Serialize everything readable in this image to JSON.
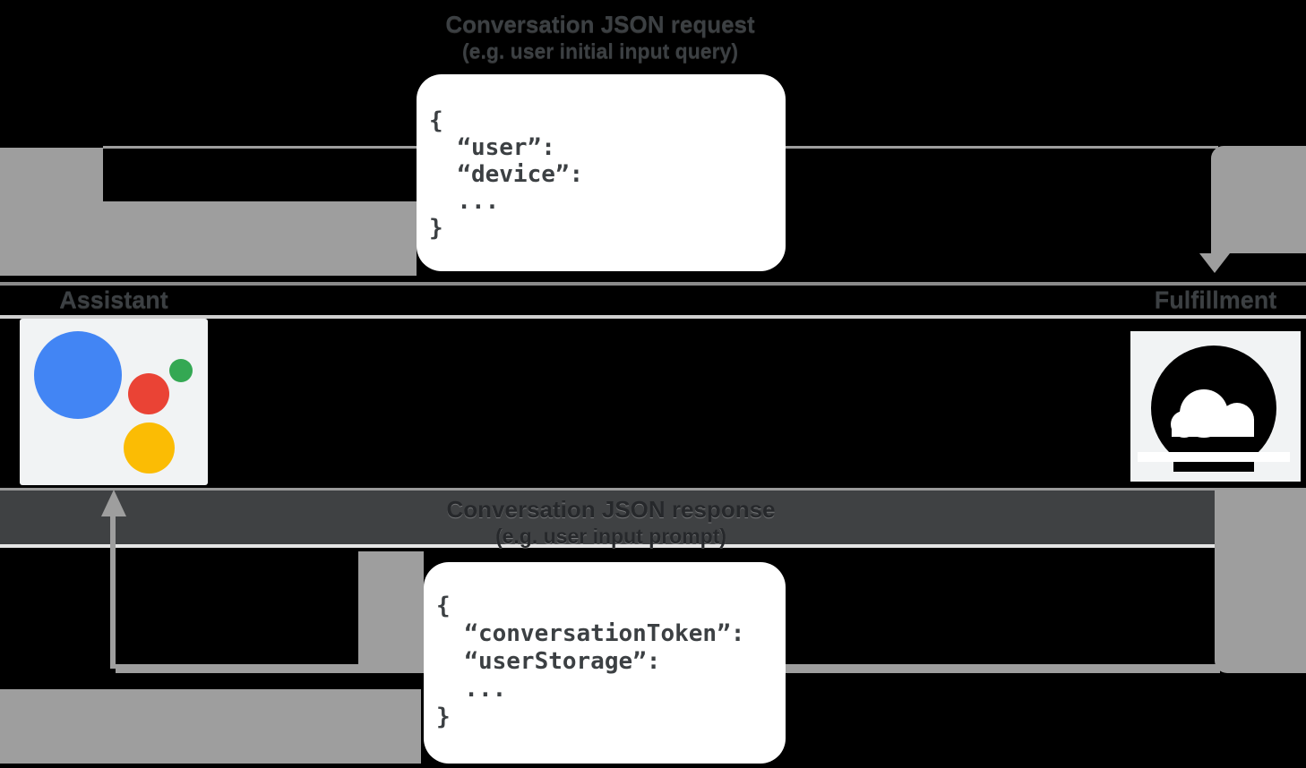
{
  "diagram": {
    "top_flow": {
      "title": "Conversation JSON request",
      "subtitle": "(e.g. user initial input query)",
      "payload_code": "{\n  “user”:\n  “device”:\n  ...\n}"
    },
    "bottom_flow": {
      "title": "Conversation JSON response",
      "subtitle": "(e.g. user input prompt)",
      "payload_code": "{\n  “conversationToken”:\n  “userStorage”:\n  ...\n}"
    },
    "nodes": {
      "assistant_label": "Assistant",
      "fulfillment_label": "Fulfillment"
    },
    "colors": {
      "background": "#000000",
      "arrow_gray": "#9e9e9e",
      "text_dark": "#3c4043",
      "panel_white": "#ffffff",
      "icon_tile": "#f1f3f4",
      "dark_band": "#3f4143",
      "assistant_blue": "#4285f4",
      "assistant_red": "#ea4335",
      "assistant_yellow": "#fbbc04",
      "assistant_green": "#34a853",
      "fulfillment_icon_black": "#000000"
    }
  }
}
